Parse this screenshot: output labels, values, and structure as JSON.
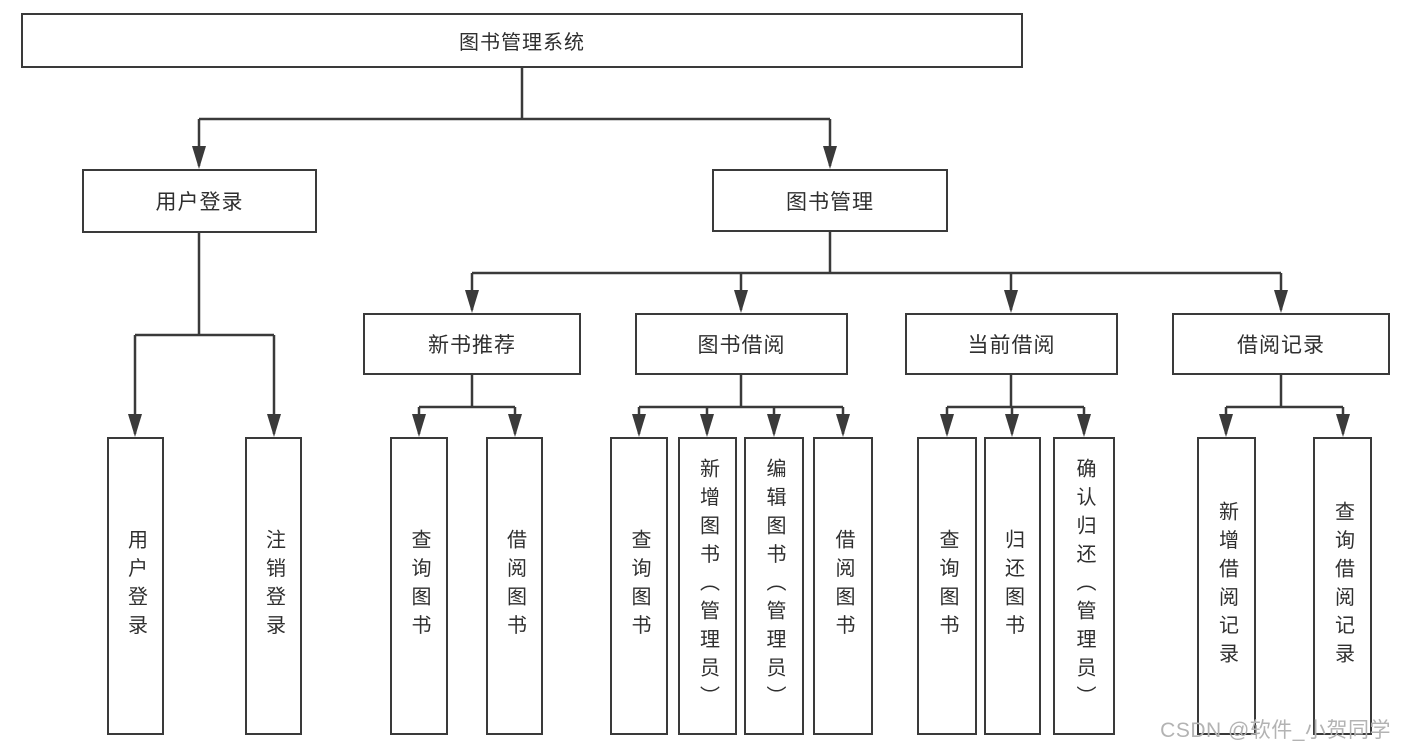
{
  "root": {
    "label": "图书管理系统"
  },
  "level2": [
    {
      "label": "用户登录"
    },
    {
      "label": "图书管理"
    }
  ],
  "level3": [
    {
      "label": "新书推荐"
    },
    {
      "label": "图书借阅"
    },
    {
      "label": "当前借阅"
    },
    {
      "label": "借阅记录"
    }
  ],
  "leaves": {
    "user_login": [
      {
        "label": "用户登录"
      },
      {
        "label": "注销登录"
      }
    ],
    "new_book_recommend": [
      {
        "label": "查询图书"
      },
      {
        "label": "借阅图书"
      }
    ],
    "book_borrow": [
      {
        "label": "查询图书"
      },
      {
        "label": "新增图书（管理员）"
      },
      {
        "label": "编辑图书（管理员）"
      },
      {
        "label": "借阅图书"
      }
    ],
    "current_borrow": [
      {
        "label": "查询图书"
      },
      {
        "label": "归还图书"
      },
      {
        "label": "确认归还（管理员）"
      }
    ],
    "borrow_record": [
      {
        "label": "新增借阅记录"
      },
      {
        "label": "查询借阅记录"
      }
    ]
  },
  "watermark": "CSDN @软件_小贺同学",
  "colors": {
    "line": "#3a3a3a",
    "text": "#2f2f2f",
    "watermark": "#b3b3b3",
    "background": "#ffffff"
  }
}
